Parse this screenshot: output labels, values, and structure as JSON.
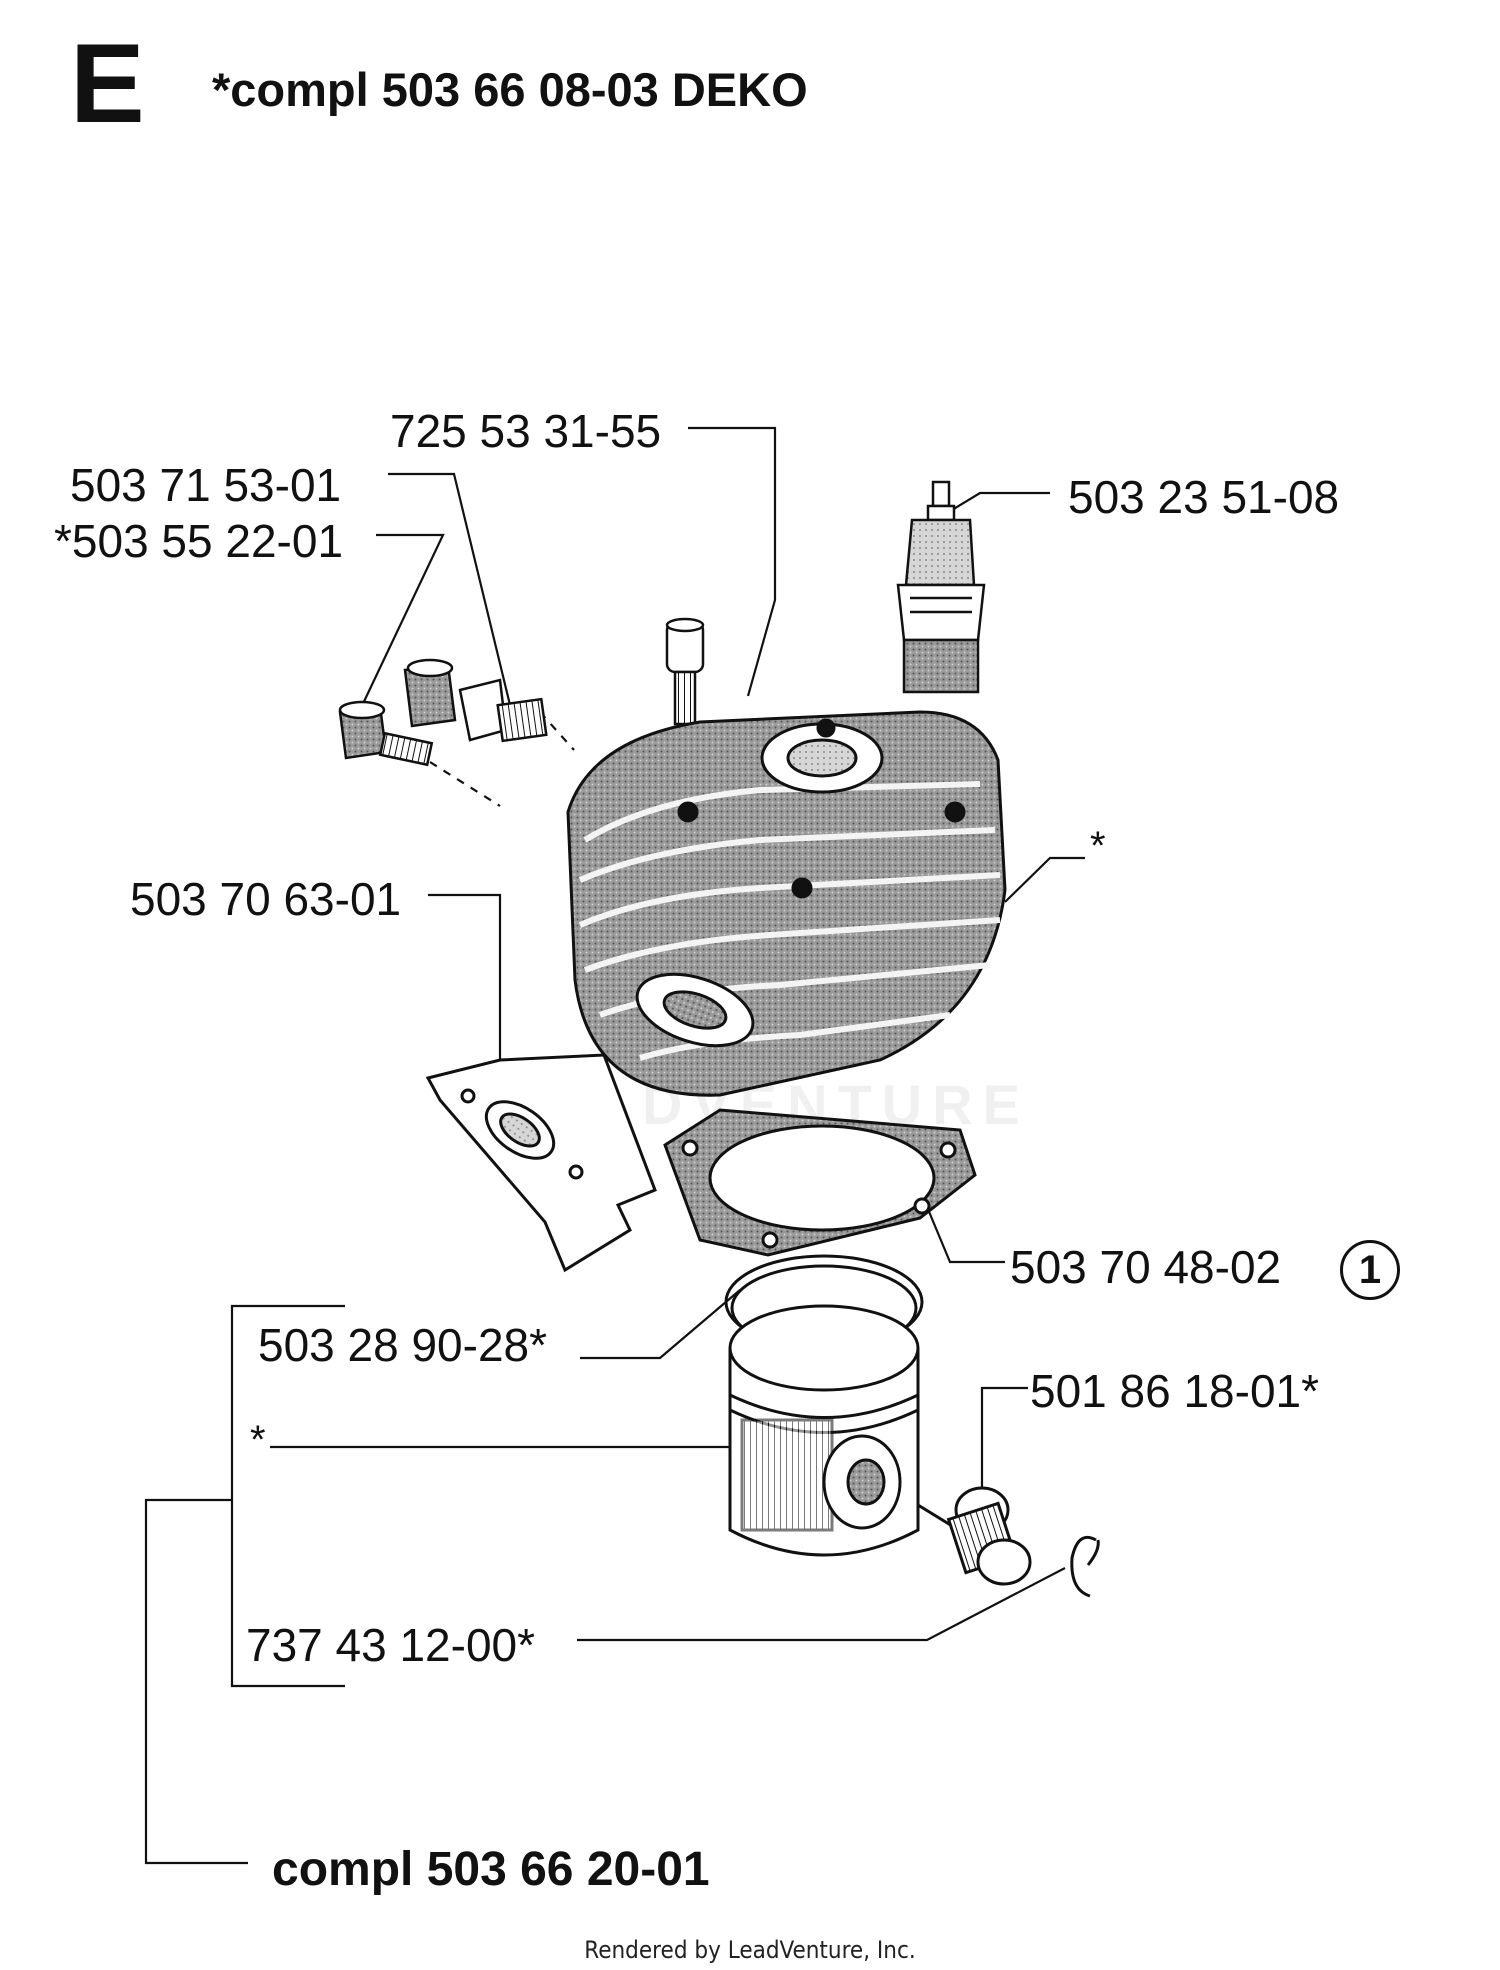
{
  "section_letter": "E",
  "header_kit": "*compl 503 66 08-03 DEKO",
  "parts": {
    "screw": "725 53 31-55",
    "decomp_valve": "503 71 53-01",
    "decomp_valve_alt": "*503 55 22-01",
    "spark_plug": "503 23 51-08",
    "cylinder_star": "*",
    "inlet_gasket": "503 70 63-01",
    "cylinder_gasket": "503 70 48-02",
    "cylinder_gasket_callout": "1",
    "piston_ring": "503 28 90-28*",
    "piston_star": "*",
    "needle_bearing": "501 86 18-01*",
    "circlip": "737 43 12-00*"
  },
  "bottom_kit": "compl 503 66 20-01",
  "watermark": "LEADVENTURE",
  "footer": "Rendered by LeadVenture, Inc."
}
